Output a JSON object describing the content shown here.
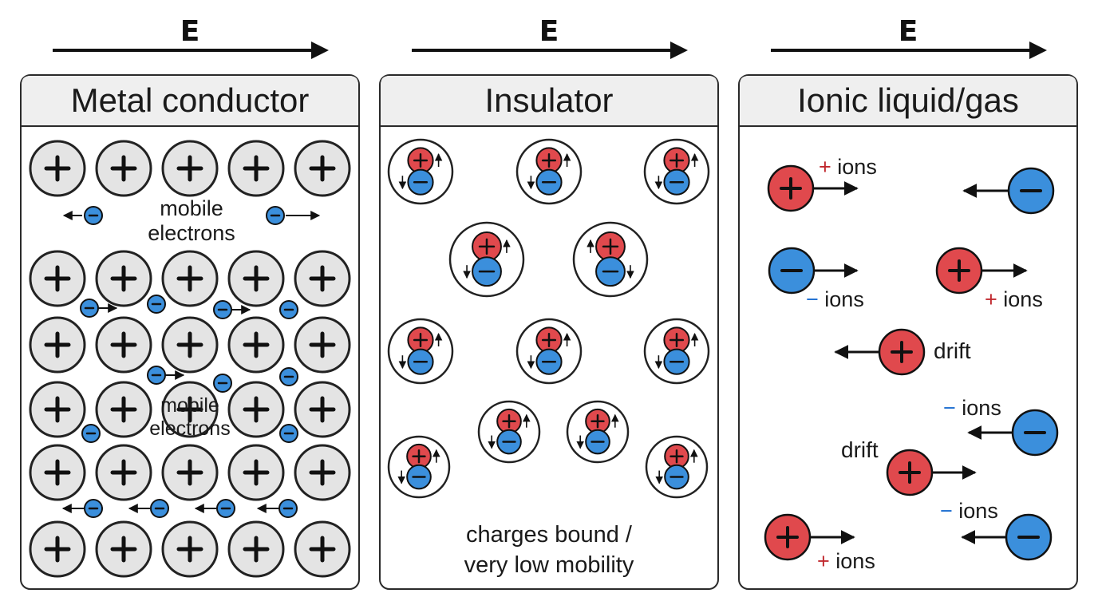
{
  "field_label": "E",
  "colors": {
    "positive": "#e0494d",
    "negative": "#3b8fdc",
    "lattice": "#e4e4e4",
    "sign_red": "#c0282e",
    "sign_blue": "#1f6fd1",
    "header_bg": "#efefef"
  },
  "panels": [
    {
      "title": "Metal conductor",
      "labels": {
        "mobile_top_1": "mobile",
        "mobile_top_2": "electrons",
        "mobile_mid_1": "mobile",
        "mobile_mid_2": "electrons"
      }
    },
    {
      "title": "Insulator",
      "caption_1": "charges bound /",
      "caption_2": "very low mobility"
    },
    {
      "title": "Ionic liquid/gas",
      "labels": {
        "plus_sign": "+",
        "minus_sign": "−",
        "ions": "ions",
        "drift": "drift"
      }
    }
  ]
}
